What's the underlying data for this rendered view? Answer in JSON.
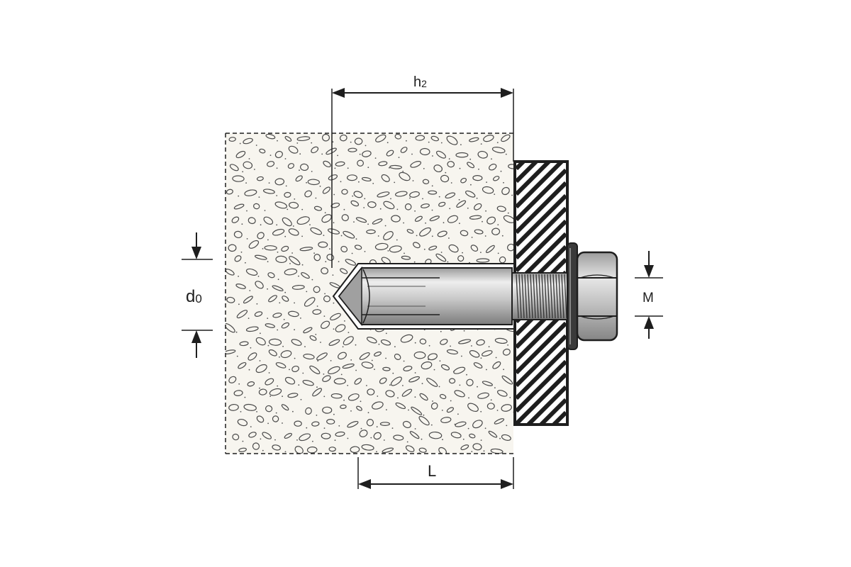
{
  "labels": {
    "h2_main": "h",
    "h2_sub": "2",
    "d0_main": "d",
    "d0_sub": "0",
    "L": "L",
    "M": "M"
  },
  "colors": {
    "line": "#1e1e1e",
    "concrete": "#f7f5ef",
    "pebble": "#4a4a4a",
    "metal_light": "#e4e4e4",
    "metal_mid": "#bdbdbd",
    "metal_dark": "#8a8a8a",
    "hatch": "#1e1e1e"
  }
}
